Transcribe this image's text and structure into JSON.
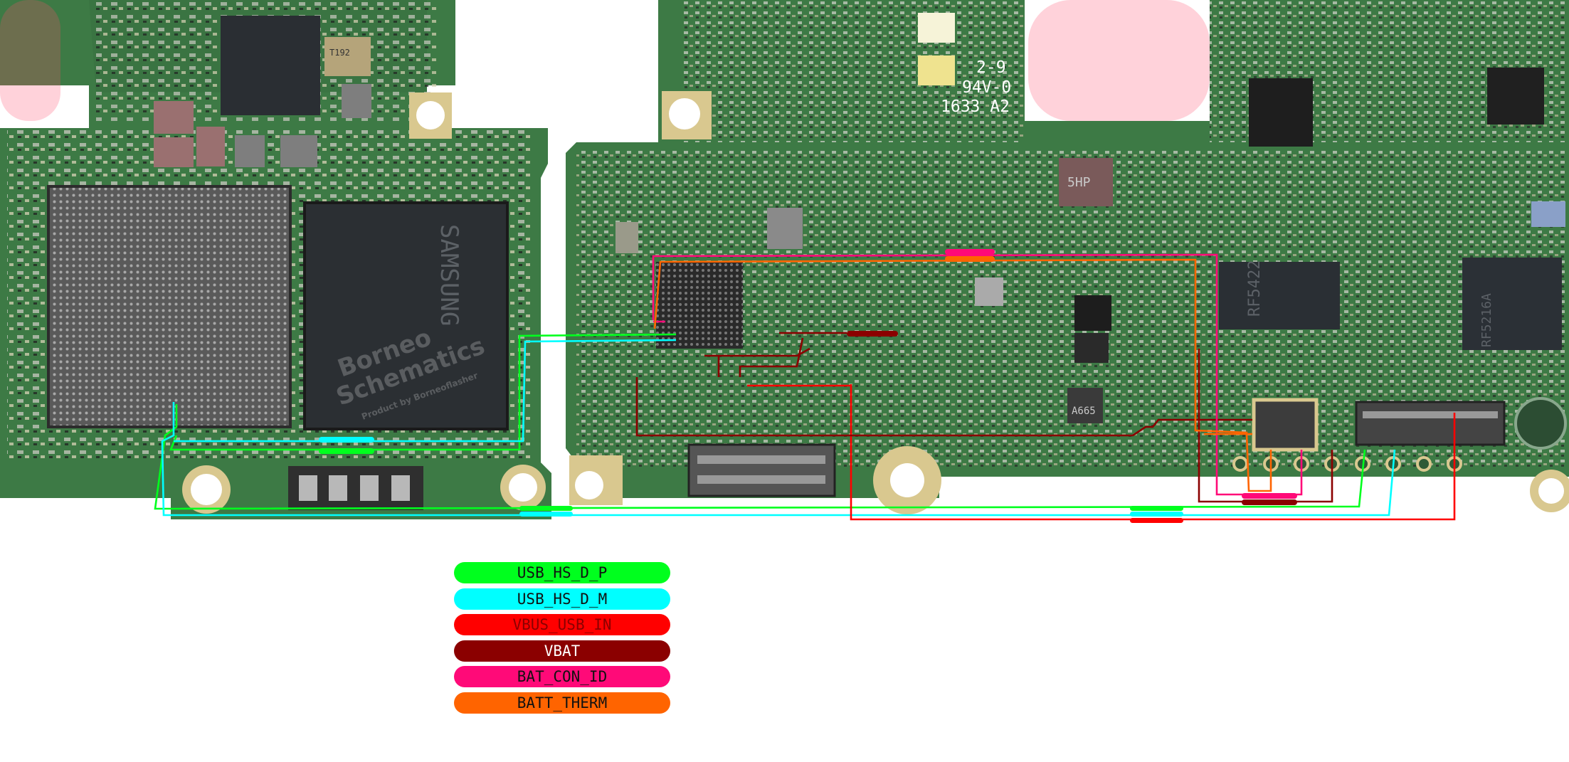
{
  "board_marking": {
    "line1": "2-9",
    "line2": "94V-0",
    "line3": "1633 A2"
  },
  "watermark": {
    "line1": "Borneo",
    "line2": "Schematics",
    "line3": "Product by Borneoflasher"
  },
  "chip_labels": {
    "samsung": "SAMSUNG",
    "rf5422": "RF5422",
    "rf5216": "RF5216A",
    "chip_5hp": "5HP",
    "chip_a665": "A665",
    "chip_t192": "T192"
  },
  "legend": [
    {
      "id": "usb-hs-d-p",
      "label": "USB_HS_D_P",
      "color": "#00ff1e",
      "text_color": "#111111"
    },
    {
      "id": "usb-hs-d-m",
      "label": "USB_HS_D_M",
      "color": "#00ffff",
      "text_color": "#111111"
    },
    {
      "id": "vbus-usb-in",
      "label": "VBUS_USB_IN",
      "color": "#ff0000",
      "text_color": "#8a0000"
    },
    {
      "id": "vbat",
      "label": "VBAT",
      "color": "#8b0000",
      "text_color": "#ffffff"
    },
    {
      "id": "bat-con-id",
      "label": "BAT_CON_ID",
      "color": "#ff0a78",
      "text_color": "#111111"
    },
    {
      "id": "batt-therm",
      "label": "BATT_THERM",
      "color": "#ff6400",
      "text_color": "#111111"
    }
  ],
  "net_colors": {
    "usb_p": "#00ff1e",
    "usb_m": "#00ffff",
    "vbus": "#ff0000",
    "vbat": "#8b0000",
    "bat_id": "#ff0a78",
    "therm": "#ff6400",
    "pcb": "#3d7a45",
    "pcb_dark": "#2f6238",
    "pad_gold": "#d9c88f"
  }
}
